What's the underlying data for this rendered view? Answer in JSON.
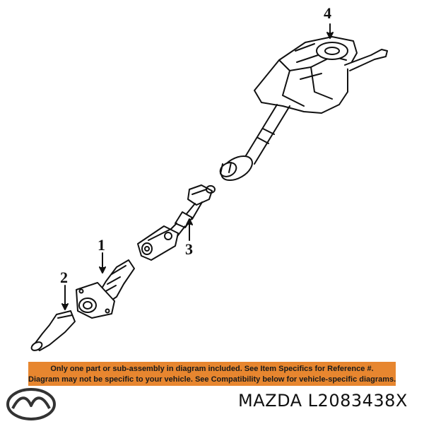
{
  "callouts": {
    "one": "1",
    "two": "2",
    "three": "3",
    "four": "4"
  },
  "banner": {
    "line1": "Only one part or sub-assembly in diagram included. See Item Specifics for Reference #.",
    "line2": "Diagram may not be specific to your vehicle. See Compatibility below for vehicle-specific diagrams."
  },
  "brand": {
    "text": "MAZDA L2083438X"
  },
  "colors": {
    "banner": "#e7862f",
    "ink": "#111111"
  }
}
